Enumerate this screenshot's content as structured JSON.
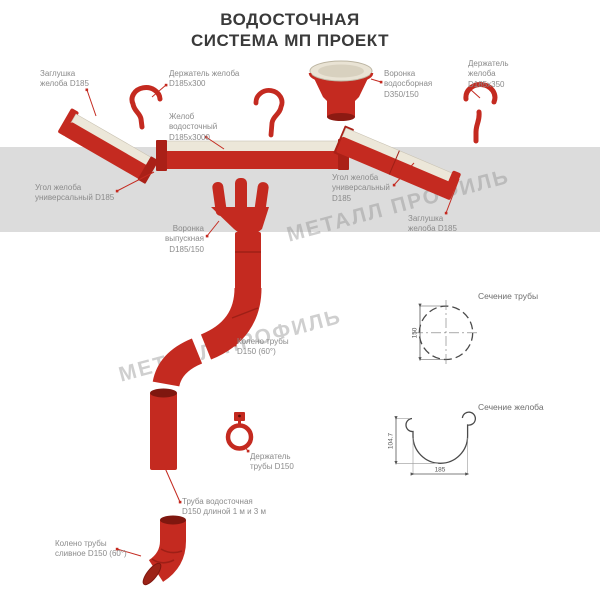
{
  "title": {
    "line1": "ВОДОСТОЧНАЯ",
    "line2": "СИСТЕМА МП ПРОЕКТ"
  },
  "watermark": "МЕТАЛЛ ПРОФИЛЬ",
  "labels": {
    "cap_left": "Заглушка\nжелоба D185",
    "holder_300": "Держатель желоба\nD185х300",
    "gutter_main": "Желоб\nводосточный\nD185х3000",
    "funnel_inlet": "Воронка\nводосборная\nD350/150",
    "holder_350": "Держатель\nжелоба\nD185х350",
    "corner_left": "Угол желоба\nуниверсальный D185",
    "corner_right": "Угол желоба\nуниверсальный\nD185",
    "cap_right": "Заглушка\nжелоба D185",
    "funnel_outlet": "Воронка\nвыпускная\nD185/150",
    "pipe_elbow": "Колено трубы\nD150 (60°)",
    "pipe_holder": "Держатель\nтрубы D150",
    "downpipe": "Труба водосточная\nD150 длиной 1 м и 3 м",
    "drain_elbow": "Колено трубы\nсливное D150 (60°)"
  },
  "sections": {
    "pipe": {
      "title": "Сечение трубы",
      "diameter": "150"
    },
    "gutter": {
      "title": "Сечение желоба",
      "height": "104.7",
      "width": "185"
    }
  },
  "colors": {
    "red": "#c42a20",
    "cream": "#ece7d9",
    "band": "#dcdcdc",
    "label_text": "#8b8b8b"
  }
}
